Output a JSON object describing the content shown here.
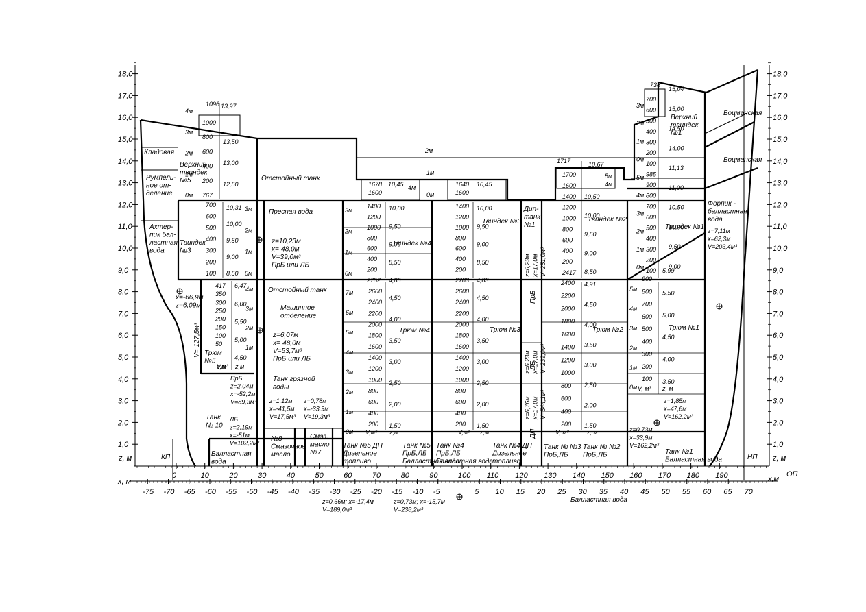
{
  "y_axis": {
    "ticks": [
      "1,0",
      "2,0",
      "3,0",
      "4,0",
      "5,0",
      "6,0",
      "7,0",
      "8,0",
      "9,0",
      "10,0",
      "11,0",
      "12,0",
      "13,0",
      "14,0",
      "15,0",
      "16,0",
      "17,0",
      "18,0"
    ],
    "label": "z, м"
  },
  "frames": [
    "0",
    "10",
    "20",
    "30",
    "40",
    "50",
    "60",
    "70",
    "80",
    "90",
    "100",
    "110",
    "120",
    "130",
    "140",
    "150",
    "160",
    "170",
    "180",
    "190"
  ],
  "x_axis": {
    "ticks": [
      "-75",
      "-70",
      "-65",
      "-60",
      "-55",
      "-50",
      "-45",
      "-40",
      "-35",
      "-30",
      "-25",
      "-20",
      "-15",
      "-10",
      "-5",
      "5",
      "10",
      "15",
      "20",
      "25",
      "30",
      "35",
      "40",
      "45",
      "50",
      "55",
      "60",
      "65",
      "70"
    ],
    "label_left": "x, м",
    "label_right": "x,м",
    "op": "ОП"
  },
  "markers": {
    "stern": "КП",
    "bow": "НП"
  },
  "compartments": [
    {
      "id": "pantry",
      "text": "Кладовая"
    },
    {
      "id": "rudder",
      "text": "Румпель-\nное от-\nделение"
    },
    {
      "id": "afterpeak",
      "text": "Ахтер-\nпик бал-\nластная\nвода"
    },
    {
      "id": "tweendeck5",
      "text": "Верхний\nтвиндек\n№5"
    },
    {
      "id": "tweendeck3",
      "text": "Твиндек\n№3"
    },
    {
      "id": "hold5",
      "text": "Трюм\n№5"
    },
    {
      "id": "settling_top",
      "text": "Отстойный танк"
    },
    {
      "id": "fresh_water",
      "text": "Пресная вода"
    },
    {
      "id": "settling_mid",
      "text": "Отстойный танк"
    },
    {
      "id": "engine_room",
      "text": "Машинное\nотделение"
    },
    {
      "id": "dirty_water",
      "text": "Танк грязной\nводы"
    },
    {
      "id": "tank10",
      "text": "Танк\n№ 10"
    },
    {
      "id": "ballast_aft",
      "text": "Балластная\nвода"
    },
    {
      "id": "lube_oil",
      "text": "№8\nСмазочное\nмасло"
    },
    {
      "id": "lube7",
      "text": "Смаз.\nмасло\n№7"
    },
    {
      "id": "tweendeck4",
      "text": "Твиндек №4"
    },
    {
      "id": "hold4",
      "text": "Трюм №4"
    },
    {
      "id": "tweendeck3b",
      "text": "Твиндек №3"
    },
    {
      "id": "hold3",
      "text": "Трюм №3"
    },
    {
      "id": "deeptank1",
      "text": "Дип-\nтанк\n№1"
    },
    {
      "id": "tweendeck2",
      "text": "Твиндек №2"
    },
    {
      "id": "hold2",
      "text": "Трюм №2"
    },
    {
      "id": "tweendeck1",
      "text": "Твиндек №1"
    },
    {
      "id": "upper_tweendeck1",
      "text": "Верхний\nтвиндек\n№1"
    },
    {
      "id": "hold1",
      "text": "Трюм №1"
    },
    {
      "id": "bosun1",
      "text": "Боцманская"
    },
    {
      "id": "bosun2",
      "text": "Боцманская"
    },
    {
      "id": "forepeak",
      "text": "Форпик -\nбалластная\nвода"
    },
    {
      "id": "tank5dp",
      "text": "Танк №5 ДП\nДизельное\nтопливо"
    },
    {
      "id": "tank5lb",
      "text": "Танк №5\nПрБ,ЛБ\nБалластная вода"
    },
    {
      "id": "tank4",
      "text": "Танк №4\nПрБ,ЛБ\nБалластная вода"
    },
    {
      "id": "tank4dp",
      "text": "Танк №4 ДП\nДизельное\nтопливо"
    },
    {
      "id": "tank3",
      "text": "Танк № №3\nПрБ,ЛБ"
    },
    {
      "id": "tank2",
      "text": "Танк № №2\nПрБ,ЛБ"
    },
    {
      "id": "tank1",
      "text": "Танк №1\nБалластная вода"
    },
    {
      "id": "ballast_bottom",
      "text": "Балластная вода"
    }
  ],
  "notes": {
    "afterpeak_cg": "x=-66,9м\nz=6,09м",
    "v_hold5": "V= 127,5м³",
    "fresh_water": "z=10,23м\nx=-48,0м\nV=39,0м³\nПрБ или ЛБ",
    "settling_mid": "z=6,07м\nx=-48,0м\nV=53,7м³\nПрБ или ЛБ",
    "prb_aft": "ПрБ\nz=2,04м\nx=-52,2м\nV=89,3м³",
    "lb_aft": "ЛБ\nz=2,19м\nx=-51м\nV=102,2м³",
    "dirty": "z=1,12м\nx=-41,5м\nV=17,5м³",
    "lube_cg": "z=0,78м\nx=-33,9м\nV=19,3м³",
    "tank5dp_cg": "z=0,66м; x=-17,4м\nV=189,0м³",
    "tank5lb_cg": "z=0,73м; x=-15,7м\nV=238,2м³",
    "deep_prb": "z=6,23м\nx=17,0м\nV=251,0м³",
    "deep_lb": "z=6,23м\nx=17,0м\nV=239,0м³",
    "deep_dp": "z=6,76м\nx=17,0м\nV=544,1м³",
    "forepeak_cg": "z=7,11м\nx=62,3м\nV=203,4м³",
    "hold1_cg": "z=1,85м\nx=47,6м\nV=162,2м³",
    "tank2_cg": "z=0,73м\nx=33,9м\nV=162,2м³",
    "side_labels": [
      "ПрБ",
      "ЛБ",
      "ДП"
    ],
    "ballast_under": "Балластная вода"
  },
  "tables": {
    "aft_top": {
      "top": "1096",
      "topz": "13,97",
      "rows": [
        "1000",
        "800",
        "600",
        "400",
        "200",
        "767"
      ],
      "z": [
        "13,50",
        "13,00",
        "12,50"
      ],
      "m": [
        "4м",
        "3м",
        "2м",
        "1м",
        "0м"
      ]
    },
    "aft_mid": {
      "rows": [
        "700",
        "600",
        "500",
        "400",
        "300",
        "200",
        "100"
      ],
      "z": [
        "10,31",
        "10,00",
        "9,50",
        "9,00",
        "8,50"
      ],
      "m": [
        "3м",
        "2м",
        "1м",
        "0м"
      ]
    },
    "aft_low": {
      "rows": [
        "417",
        "350",
        "300",
        "250",
        "200",
        "150",
        "100",
        "50"
      ],
      "z": [
        "6,47",
        "6,00",
        "5,50",
        "5,00",
        "4,50"
      ],
      "m": [
        "4м",
        "3м",
        "2м",
        "1м"
      ],
      "foot": [
        "V,м³",
        "z,м"
      ]
    },
    "td4": {
      "rows": [
        "1400",
        "1200",
        "1000",
        "800",
        "600",
        "400",
        "200",
        "2752"
      ],
      "z": [
        "10,00",
        "9,50",
        "9,00",
        "8,50",
        "4,85"
      ],
      "m": [
        "3м",
        "2м",
        "1м",
        "0м"
      ]
    },
    "h4": {
      "rows": [
        "2600",
        "2400",
        "2200",
        "2000",
        "1800",
        "1600",
        "1400",
        "1200",
        "1000",
        "800",
        "600",
        "400",
        "200"
      ],
      "z": [
        "4,50",
        "4,00",
        "3,50",
        "3,00",
        "2,50",
        "2,00",
        "1,50"
      ],
      "m": [
        "7м",
        "6м",
        "5м",
        "4м",
        "3м",
        "2м",
        "1м",
        "0м"
      ],
      "foot": [
        "V,м³",
        "z,м"
      ]
    },
    "mid_top": {
      "a": [
        "1678",
        "1600"
      ],
      "az": "10,45",
      "b": [
        "1640",
        "1600"
      ],
      "bz": "10,45",
      "m": [
        "4м",
        "0м",
        "2м",
        "1м"
      ]
    },
    "td3": {
      "rows": [
        "1400",
        "1200",
        "1000",
        "800",
        "600",
        "400",
        "200",
        "2783"
      ],
      "z": [
        "10,00",
        "9,50",
        "9,00",
        "8,50",
        "4,83"
      ]
    },
    "h3": {
      "rows": [
        "2600",
        "2400",
        "2200",
        "2000",
        "1800",
        "1600",
        "1400",
        "1200",
        "1000",
        "800",
        "600",
        "400",
        "200"
      ],
      "z": [
        "4,50",
        "4,00",
        "3,50",
        "3,00",
        "2,50",
        "2,00",
        "1,50"
      ],
      "foot": [
        "V,м³",
        "z,м"
      ]
    },
    "td2": {
      "top": "1717",
      "topz": "10,67",
      "rows": [
        "1700",
        "1600",
        "1400",
        "1200",
        "1000",
        "800",
        "600",
        "400",
        "200",
        "2417"
      ],
      "z": [
        "10,50",
        "10,00",
        "9,50",
        "9,00",
        "8,50"
      ],
      "m": [
        "5м",
        "4м"
      ]
    },
    "h2": {
      "rows": [
        "2400",
        "2200",
        "2000",
        "1800",
        "1600",
        "1400",
        "1200",
        "1000",
        "800",
        "600",
        "400",
        "200"
      ],
      "z": [
        "4,91",
        "4,50",
        "4,00",
        "3,50",
        "3,00",
        "2,50",
        "2,00",
        "1,50"
      ],
      "foot": [
        "V, м³",
        "z, м"
      ]
    },
    "fwd_top": {
      "top": "738",
      "rows": [
        "700",
        "600",
        "500",
        "400",
        "300",
        "200",
        "100",
        "985",
        "900",
        "800",
        "700",
        "600",
        "500",
        "400",
        "300",
        "200",
        "100"
      ],
      "z": [
        "15,04",
        "15,00",
        "14,50",
        "14,00",
        "11,13",
        "11,00",
        "10,50",
        "10,00",
        "9,50",
        "9,00"
      ],
      "m": [
        "3м",
        "2м",
        "1м",
        "0м",
        "5м",
        "4м",
        "3м",
        "2м",
        "1м",
        "0м"
      ]
    },
    "h1": {
      "rows": [
        "900",
        "800",
        "700",
        "600",
        "500",
        "400",
        "300",
        "200",
        "100"
      ],
      "z": [
        "5,99",
        "5,50",
        "5,00",
        "4,50",
        "4,00",
        "3,50"
      ],
      "m": [
        "5м",
        "4м",
        "3м",
        "2м",
        "1м",
        "0м"
      ],
      "foot": [
        "V, м³",
        "z, м"
      ]
    }
  }
}
